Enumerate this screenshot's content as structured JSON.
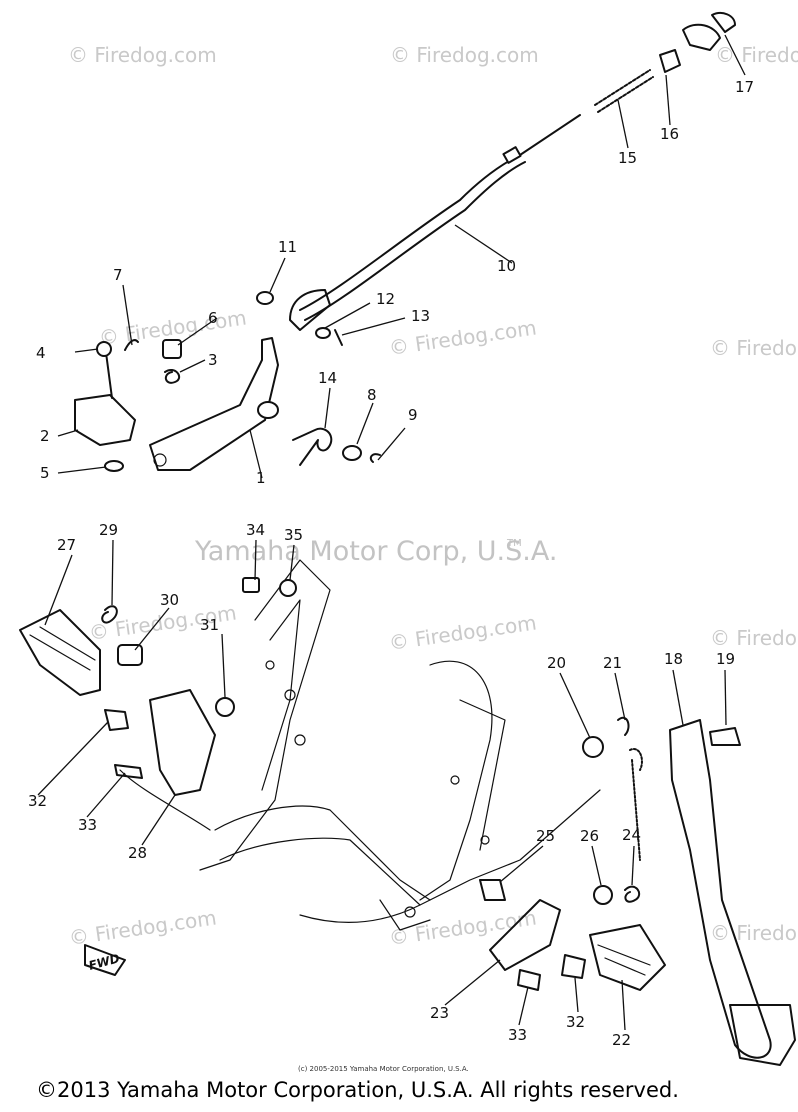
{
  "diagram": {
    "watermark_main": "Yamaha Motor Corp, U.S.A.",
    "watermark_tm": "TM",
    "watermark_site": "© Firedog.com",
    "fwd_label": "FWD",
    "small_copyright": "(c) 2005-2015 Yamaha Motor Corporation, U.S.A.",
    "copyright": "©2013 Yamaha Motor Corporation, U.S.A. All rights reserved.",
    "callouts": [
      {
        "id": "c1",
        "label": "1"
      },
      {
        "id": "c2",
        "label": "2"
      },
      {
        "id": "c3",
        "label": "3"
      },
      {
        "id": "c4",
        "label": "4"
      },
      {
        "id": "c5",
        "label": "5"
      },
      {
        "id": "c6",
        "label": "6"
      },
      {
        "id": "c7",
        "label": "7"
      },
      {
        "id": "c8",
        "label": "8"
      },
      {
        "id": "c9",
        "label": "9"
      },
      {
        "id": "c10",
        "label": "10"
      },
      {
        "id": "c11",
        "label": "11"
      },
      {
        "id": "c12",
        "label": "12"
      },
      {
        "id": "c13",
        "label": "13"
      },
      {
        "id": "c14",
        "label": "14"
      },
      {
        "id": "c15",
        "label": "15"
      },
      {
        "id": "c16",
        "label": "16"
      },
      {
        "id": "c17",
        "label": "17"
      },
      {
        "id": "c18",
        "label": "18"
      },
      {
        "id": "c19",
        "label": "19"
      },
      {
        "id": "c20",
        "label": "20"
      },
      {
        "id": "c21",
        "label": "21"
      },
      {
        "id": "c22",
        "label": "22"
      },
      {
        "id": "c23",
        "label": "23"
      },
      {
        "id": "c24",
        "label": "24"
      },
      {
        "id": "c25",
        "label": "25"
      },
      {
        "id": "c26",
        "label": "26"
      },
      {
        "id": "c27",
        "label": "27"
      },
      {
        "id": "c28",
        "label": "28"
      },
      {
        "id": "c29",
        "label": "29"
      },
      {
        "id": "c30",
        "label": "30"
      },
      {
        "id": "c31",
        "label": "31"
      },
      {
        "id": "c32a",
        "label": "32"
      },
      {
        "id": "c32b",
        "label": "32"
      },
      {
        "id": "c33a",
        "label": "33"
      },
      {
        "id": "c33b",
        "label": "33"
      },
      {
        "id": "c34",
        "label": "34"
      },
      {
        "id": "c35",
        "label": "35"
      }
    ]
  }
}
